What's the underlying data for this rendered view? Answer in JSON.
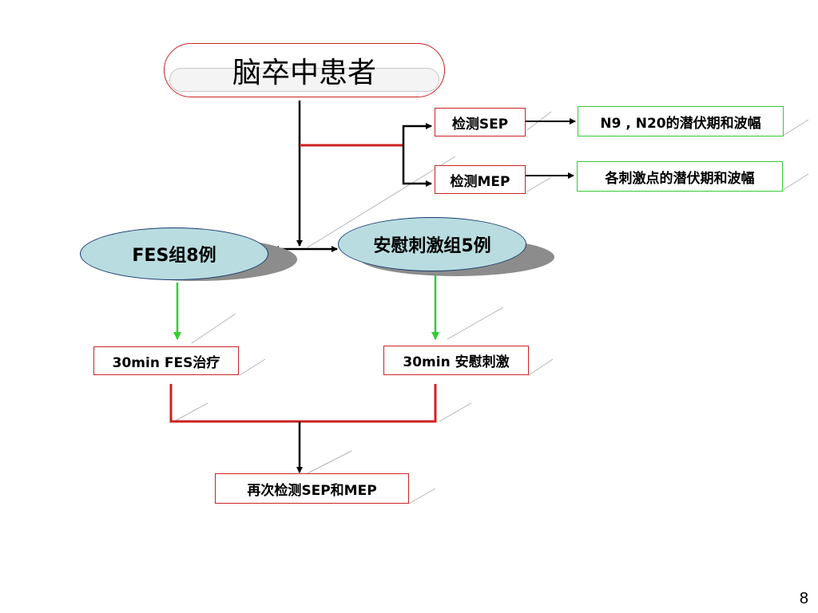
{
  "title": "脑卒中患者",
  "checks": {
    "sep": "检测SEP",
    "mep": "检测MEP"
  },
  "results": {
    "sep": "N9 , N20的潜伏期和波幅",
    "mep": "各刺激点的潜伏期和波幅"
  },
  "groups": {
    "fes": "FES组8例",
    "placebo": "安慰刺激组5例"
  },
  "treatments": {
    "fes": "30min FES治疗",
    "placebo": "30min 安慰刺激"
  },
  "final": "再次检测SEP和MEP",
  "page_number": "8",
  "colors": {
    "red": "#cc2222",
    "green": "#33cc33",
    "ellipse_fill": "#b9dce0",
    "arrow": "#000000"
  }
}
